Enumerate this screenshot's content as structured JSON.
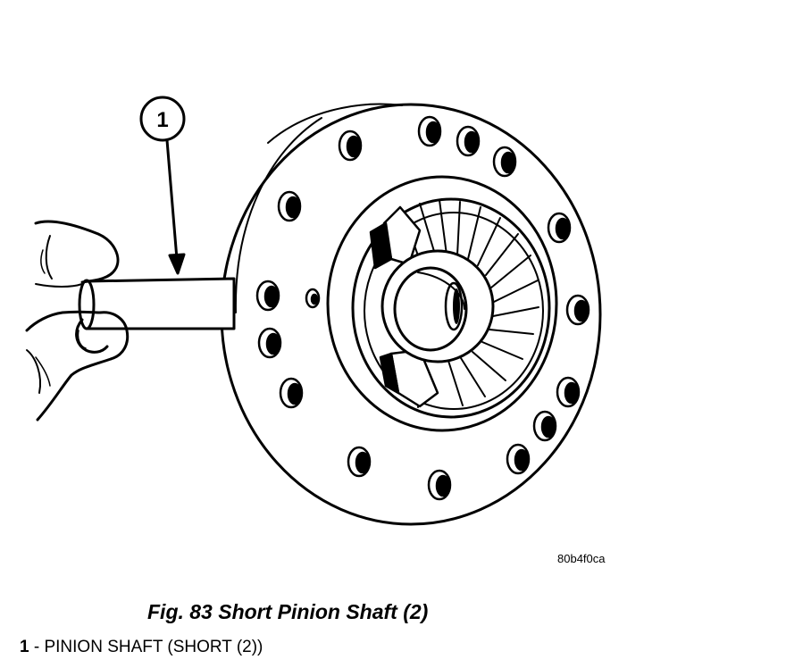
{
  "figure": {
    "callout": "1",
    "image_code": "80b4f0ca",
    "caption": "Fig. 83 Short Pinion Shaft (2)"
  },
  "legend": [
    {
      "number": "1",
      "text": " - PINION SHAFT (SHORT (2))"
    }
  ]
}
